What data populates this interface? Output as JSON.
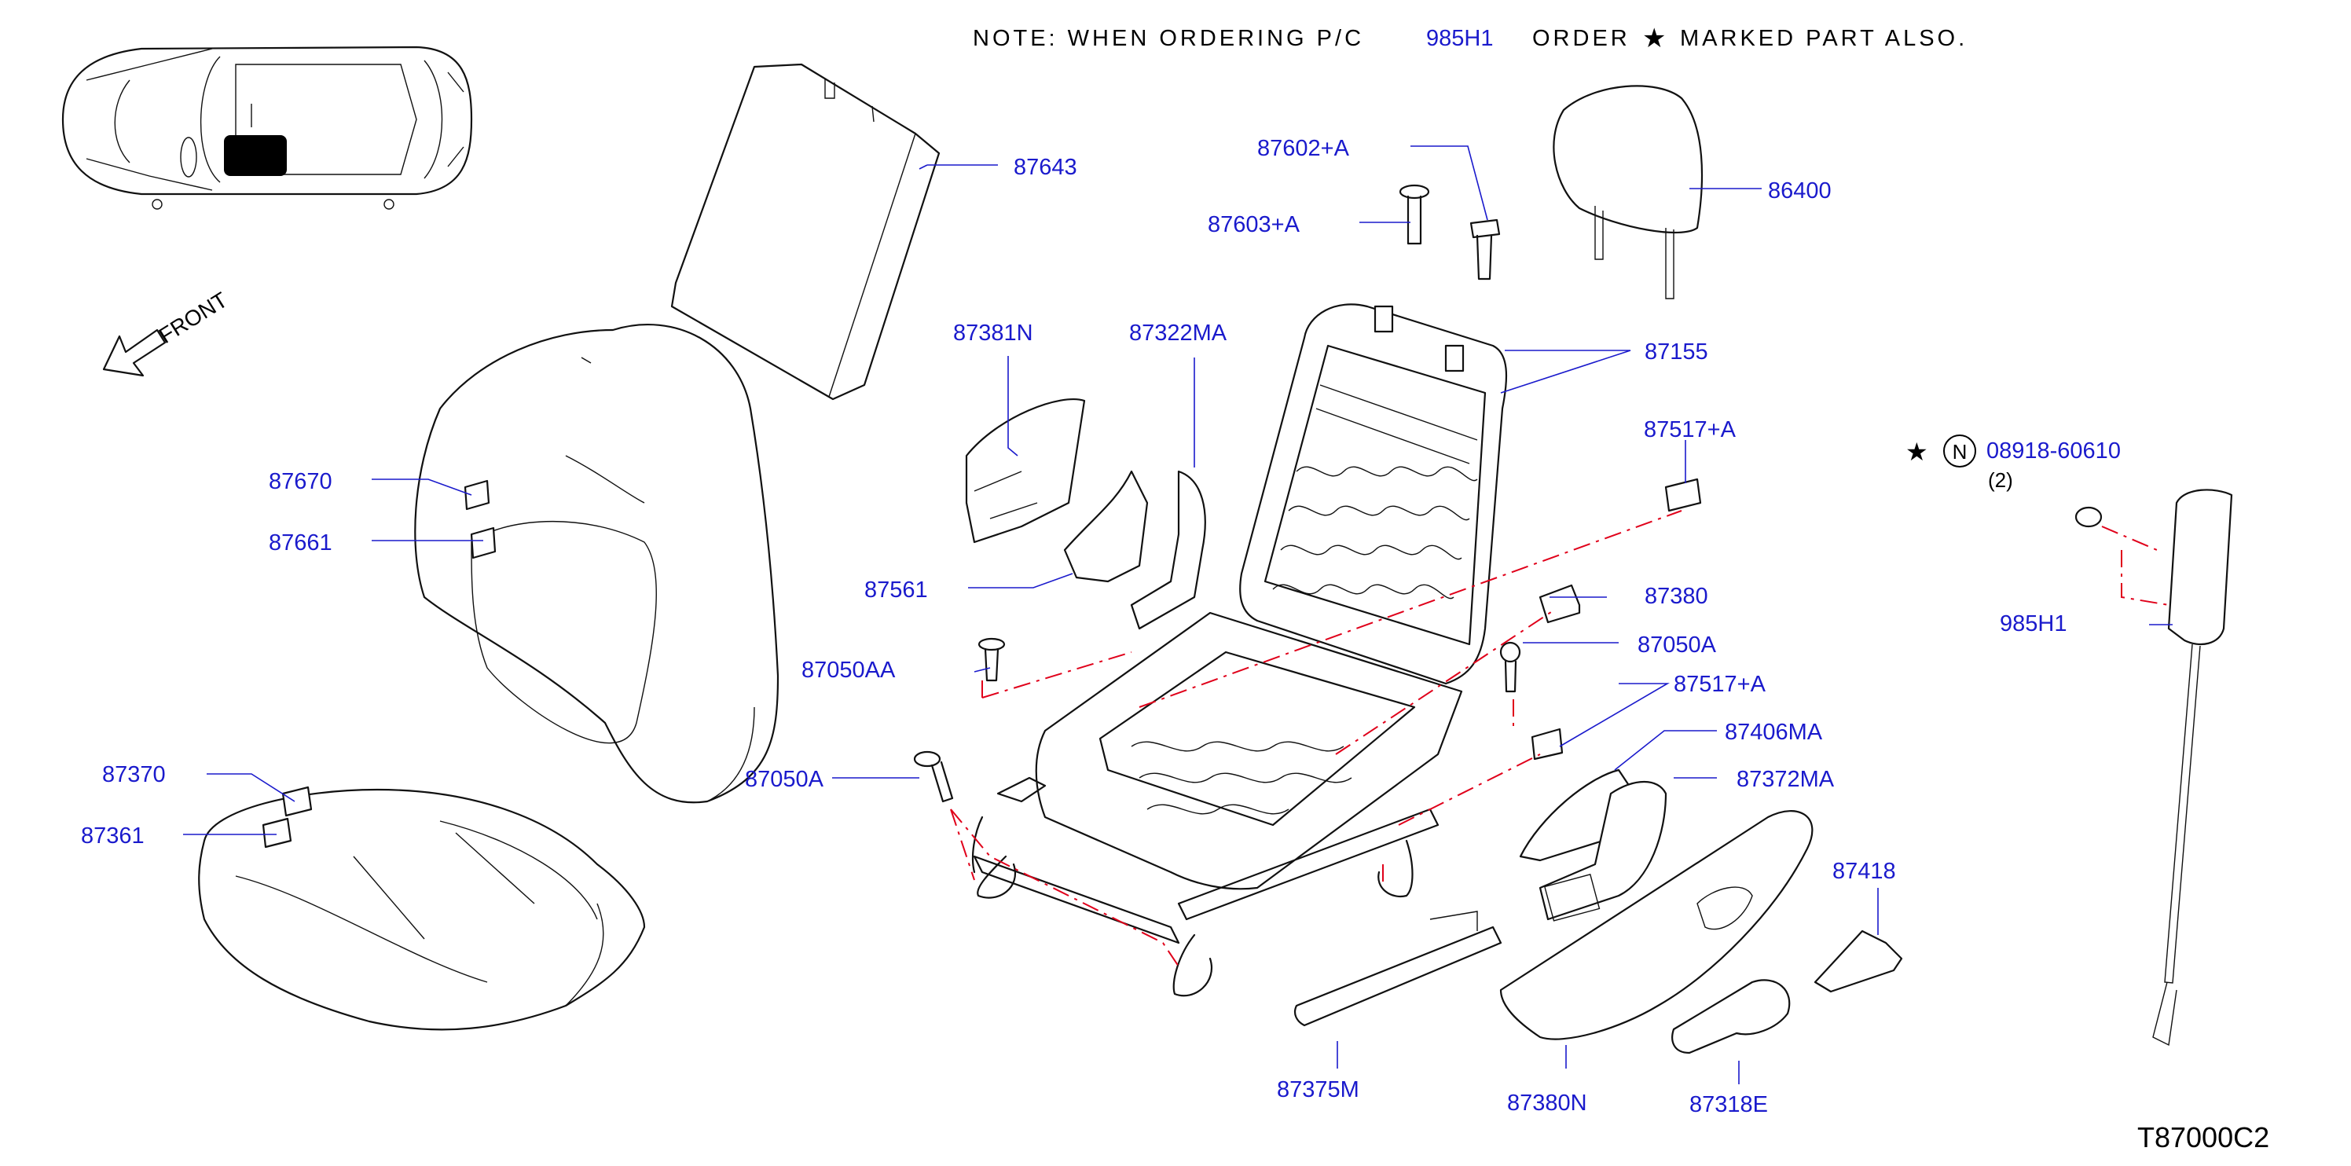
{
  "note": {
    "prefix": "NOTE:  WHEN  ORDERING  P/C",
    "part_ref": "985H1",
    "suffix": "ORDER",
    "star_symbol": "★",
    "suffix2": "MARKED  PART  ALSO."
  },
  "front_label": "FRONT",
  "diagram_code": "T87000C2",
  "starred_part": {
    "star": "★",
    "marker": "N",
    "number": "08918-60610",
    "qty": "(2)"
  },
  "colors": {
    "label": "#1a1acc",
    "dashed_line": "#e0001a",
    "line_art": "#111111"
  },
  "callouts": [
    "87643",
    "87602+A",
    "87603+A",
    "86400",
    "87381N",
    "87322MA",
    "87155",
    "87517+A",
    "87670",
    "87661",
    "87561",
    "87380",
    "87050AA",
    "87050A",
    "87050A",
    "87517+A",
    "87406MA",
    "87372MA",
    "87370",
    "87361",
    "87418",
    "87375M",
    "87380N",
    "87318E",
    "985H1"
  ]
}
